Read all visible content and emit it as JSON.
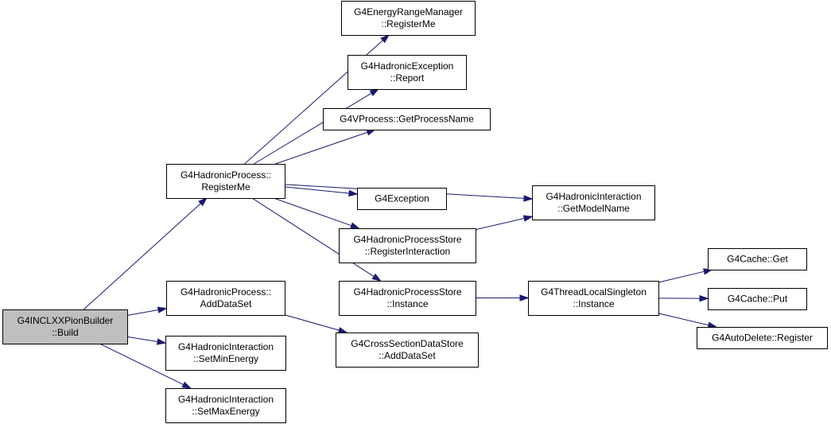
{
  "nodes": {
    "root": {
      "lines": [
        "G4INCLXXPionBuilder",
        "::Build"
      ]
    },
    "hp_register": {
      "lines": [
        "G4HadronicProcess::",
        "RegisterMe"
      ]
    },
    "hp_adddataset": {
      "lines": [
        "G4HadronicProcess::",
        "AddDataSet"
      ]
    },
    "hi_setmin": {
      "lines": [
        "G4HadronicInteraction",
        "::SetMinEnergy"
      ]
    },
    "hi_setmax": {
      "lines": [
        "G4HadronicInteraction",
        "::SetMaxEnergy"
      ]
    },
    "erm_register": {
      "lines": [
        "G4EnergyRangeManager",
        "::RegisterMe"
      ]
    },
    "he_report": {
      "lines": [
        "G4HadronicException",
        "::Report"
      ]
    },
    "vp_getname": {
      "lines": [
        "G4VProcess::GetProcessName"
      ]
    },
    "exception": {
      "lines": [
        "G4Exception"
      ]
    },
    "hps_reginteraction": {
      "lines": [
        "G4HadronicProcessStore",
        "::RegisterInteraction"
      ]
    },
    "hps_instance": {
      "lines": [
        "G4HadronicProcessStore",
        "::Instance"
      ]
    },
    "csds_adddataset": {
      "lines": [
        "G4CrossSectionDataStore",
        "::AddDataSet"
      ]
    },
    "hi_getmodelname": {
      "lines": [
        "G4HadronicInteraction",
        "::GetModelName"
      ]
    },
    "tls_instance": {
      "lines": [
        "G4ThreadLocalSingleton",
        "::Instance"
      ]
    },
    "cache_get": {
      "lines": [
        "G4Cache::Get"
      ]
    },
    "cache_put": {
      "lines": [
        "G4Cache::Put"
      ]
    },
    "autodelete_register": {
      "lines": [
        "G4AutoDelete::Register"
      ]
    }
  },
  "edges": [
    {
      "from": "root",
      "to": "hp_register"
    },
    {
      "from": "root",
      "to": "hp_adddataset"
    },
    {
      "from": "root",
      "to": "hi_setmin"
    },
    {
      "from": "root",
      "to": "hi_setmax"
    },
    {
      "from": "hp_register",
      "to": "erm_register"
    },
    {
      "from": "hp_register",
      "to": "he_report"
    },
    {
      "from": "hp_register",
      "to": "vp_getname"
    },
    {
      "from": "hp_register",
      "to": "hi_getmodelname"
    },
    {
      "from": "hp_register",
      "to": "exception"
    },
    {
      "from": "hp_register",
      "to": "hps_reginteraction"
    },
    {
      "from": "hp_register",
      "to": "hps_instance"
    },
    {
      "from": "hp_adddataset",
      "to": "csds_adddataset"
    },
    {
      "from": "hps_reginteraction",
      "to": "hi_getmodelname"
    },
    {
      "from": "hps_instance",
      "to": "tls_instance"
    },
    {
      "from": "tls_instance",
      "to": "cache_get"
    },
    {
      "from": "tls_instance",
      "to": "cache_put"
    },
    {
      "from": "tls_instance",
      "to": "autodelete_register"
    }
  ],
  "colors": {
    "edge": "#191970",
    "root_fill": "#bfbfbf",
    "node_fill": "#ffffff",
    "border": "#000000"
  }
}
